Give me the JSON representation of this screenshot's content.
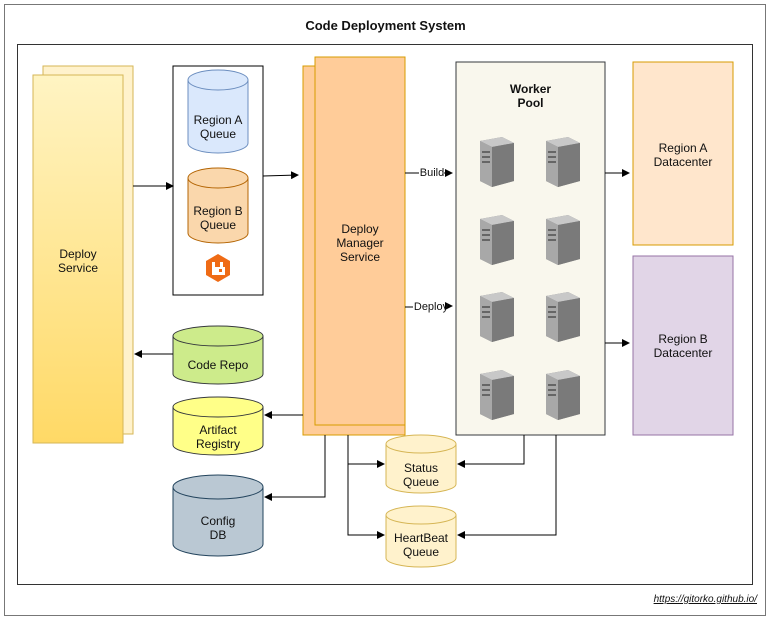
{
  "title": "Code Deployment System",
  "footer": "https://gitorko.github.io/",
  "nodes": {
    "deploy_service": "Deploy\nService",
    "region_a_queue": "Region A\nQueue",
    "region_b_queue": "Region B\nQueue",
    "code_repo": "Code Repo",
    "artifact_registry": "Artifact\nRegistry",
    "config_db": "Config\nDB",
    "deploy_manager": "Deploy\nManager\nService",
    "worker_pool": "Worker\nPool",
    "status_queue": "Status\nQueue",
    "heartbeat_queue": "HeartBeat\nQueue",
    "region_a_dc": "Region A\nDatacenter",
    "region_b_dc": "Region B\nDatacenter"
  },
  "edge_labels": {
    "build": "Build",
    "deploy": "Deploy"
  },
  "colors": {
    "deploy_service": "#fde9a6",
    "queue_blue": "#dae8fc",
    "queue_orange": "#fad7ac",
    "code_repo": "#cdeb8b",
    "artifact": "#ffff88",
    "config_db": "#bac8d3",
    "manager": "#ffcc99",
    "worker_pool": "#f9f7ed",
    "status": "#fff2cc",
    "dc_a": "#ffe6cc",
    "dc_b": "#e1d5e7",
    "rabbitmq": "#ef6b15"
  },
  "icons": [
    "rabbitmq-icon",
    "server-icon"
  ]
}
